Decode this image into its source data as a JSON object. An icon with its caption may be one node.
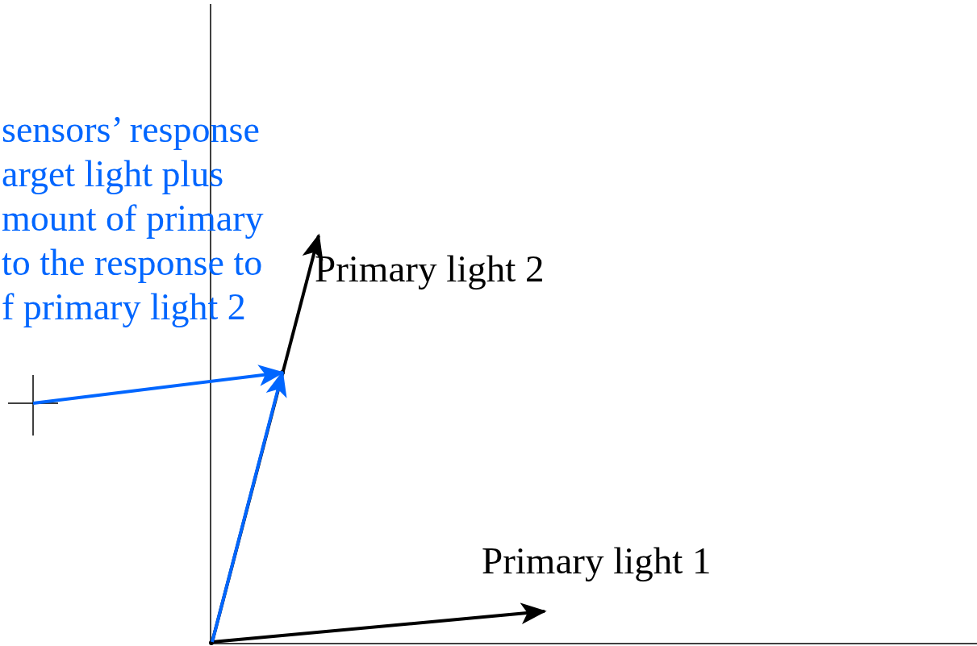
{
  "diagram": {
    "nodes": [
      {
        "text": [],
        "shape": "point"
      },
      {
        "text": [
          "Primary light 1"
        ]
      },
      {
        "text": [
          "Primary light 2"
        ]
      },
      {
        "text": [],
        "shape": "point"
      },
      {
        "text": [],
        "shape": "cross"
      }
    ],
    "edges": [
      {
        "from": 0,
        "to": 1,
        "arrow": "to"
      },
      {
        "from": 0,
        "to": 2,
        "arrow": "to"
      },
      {
        "from": 0,
        "to": 3,
        "arrow": "to",
        "color": "#0066ff"
      },
      {
        "from": 4,
        "to": 3,
        "arrow": "to",
        "color": "#0066ff"
      }
    ],
    "labels": [
      "sensors’ response arget light plus mount of primary to the response to f primary light 2"
    ]
  }
}
